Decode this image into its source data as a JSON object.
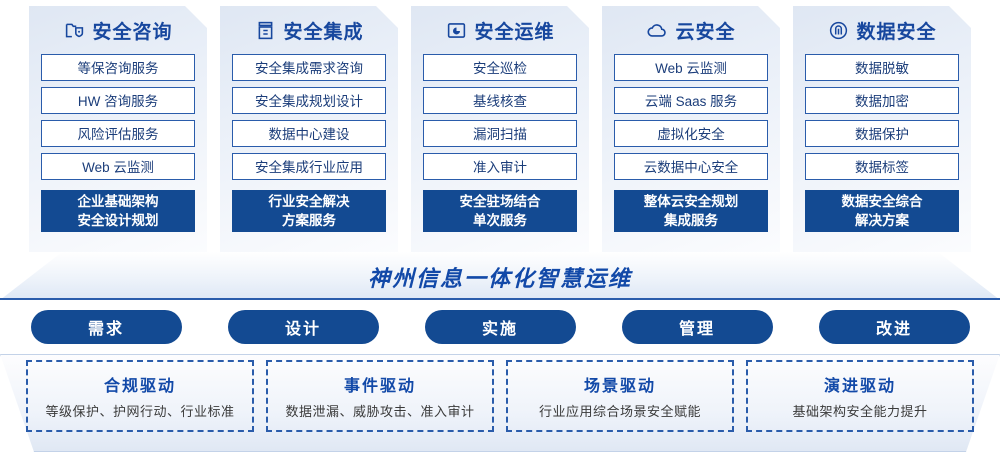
{
  "columns": [
    {
      "icon": "folder-shield-icon",
      "title": "安全咨询",
      "items": [
        "等保咨询服务",
        "HW 咨询服务",
        "风险评估服务",
        "Web 云监测"
      ],
      "highlight": [
        "企业基础架构",
        "安全设计规划"
      ]
    },
    {
      "icon": "server-rack-icon",
      "title": "安全集成",
      "items": [
        "安全集成需求咨询",
        "安全集成规划设计",
        "数据中心建设",
        "安全集成行业应用"
      ],
      "highlight": [
        "行业安全解决",
        "方案服务"
      ]
    },
    {
      "icon": "monitor-pie-icon",
      "title": "安全运维",
      "items": [
        "安全巡检",
        "基线核查",
        "漏洞扫描",
        "准入审计"
      ],
      "highlight": [
        "安全驻场结合",
        "单次服务"
      ]
    },
    {
      "icon": "cloud-icon",
      "title": "云安全",
      "items": [
        "Web 云监测",
        "云端 Saas 服务",
        "虚拟化安全",
        "云数据中心安全"
      ],
      "highlight": [
        "整体云安全规划",
        "集成服务"
      ]
    },
    {
      "icon": "fingerprint-icon",
      "title": "数据安全",
      "items": [
        "数据脱敏",
        "数据加密",
        "数据保护",
        "数据标签"
      ],
      "highlight": [
        "数据安全综合",
        "解决方案"
      ]
    }
  ],
  "banner": {
    "title": "神州信息一体化智慧运维"
  },
  "phases": [
    {
      "label": "需求"
    },
    {
      "label": "设计"
    },
    {
      "label": "实施"
    },
    {
      "label": "管理"
    },
    {
      "label": "改进"
    }
  ],
  "drivers": [
    {
      "title": "合规驱动",
      "desc": "等级保护、护网行动、行业标准"
    },
    {
      "title": "事件驱动",
      "desc": "数据泄漏、威胁攻击、准入审计"
    },
    {
      "title": "场景驱动",
      "desc": "行业应用综合场景安全赋能"
    },
    {
      "title": "演进驱动",
      "desc": "基础架构安全能力提升"
    }
  ],
  "colors": {
    "brand_dark_blue": "#134a92",
    "brand_blue": "#1249a8",
    "border_blue": "#2a5cab",
    "text_blue": "#1b3d7a",
    "panel_light": "#e9eff8"
  }
}
